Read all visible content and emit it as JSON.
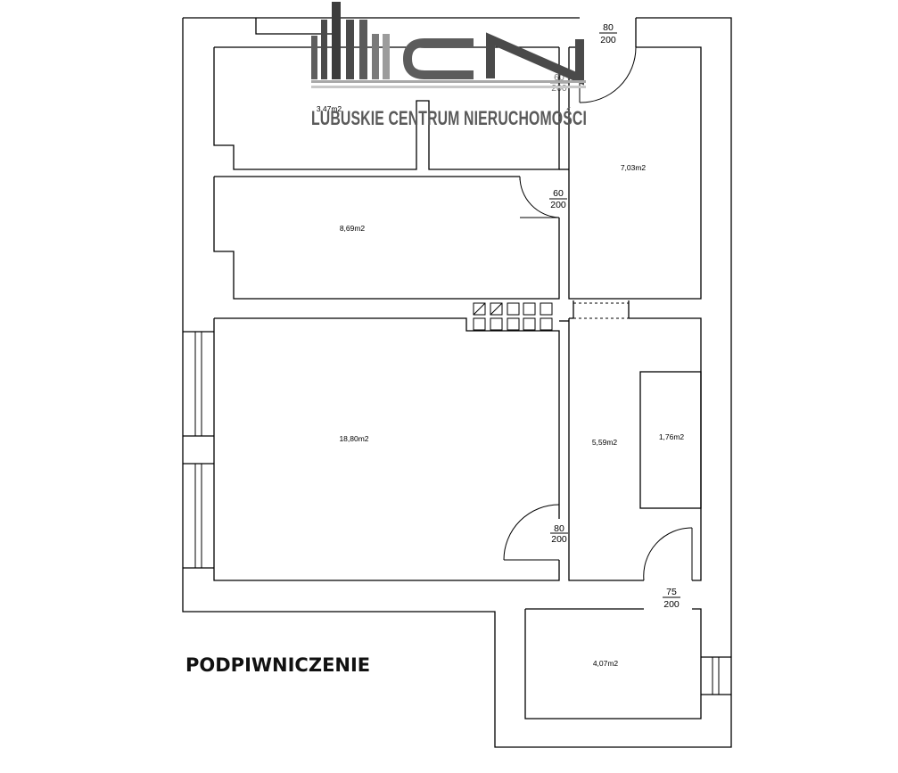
{
  "logo": {
    "mark": "LCN",
    "company_name": "LUBUSKIE CENTRUM NIERUCHOMOŚCI",
    "colors": {
      "dark": "#3c3c3c",
      "mid": "#6f6f6f",
      "light": "#a8a8a8"
    }
  },
  "plan_title": "PODPIWNICZENIE",
  "rooms": {
    "top_left": "3,47m2",
    "middle_left": "8,69m2",
    "top_right": "7,03m2",
    "big_room": "18,80m2",
    "hall": "5,59m2",
    "closet": "1,76m2",
    "bottom_right": "4,07m2"
  },
  "doors": {
    "entrance": {
      "width": "80",
      "height": "200"
    },
    "top_right_lower": {
      "width": "60",
      "height": "200"
    },
    "middle_left": {
      "width": "60",
      "height": "200"
    },
    "big_room": {
      "width": "80",
      "height": "200"
    },
    "bottom_right": {
      "width": "75",
      "height": "200"
    }
  }
}
